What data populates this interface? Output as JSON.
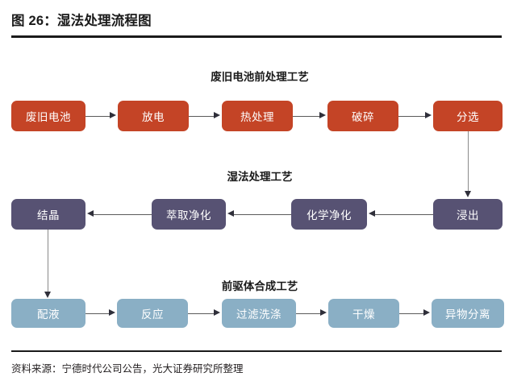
{
  "figure": {
    "title": "图 26：湿法处理流程图",
    "source": "资料来源：宁德时代公司公告，光大证券研究所整理"
  },
  "colors": {
    "orange": "#c44426",
    "purple": "#575273",
    "blue": "#8aafc5",
    "rule": "#1a1a1a",
    "connector": "#5a5a5a",
    "arrow": "#2f2f3a"
  },
  "sections": [
    {
      "header": "废旧电池前处理工艺",
      "color_key": "orange",
      "nodes": [
        {
          "label": "废旧电池"
        },
        {
          "label": "放电"
        },
        {
          "label": "热处理"
        },
        {
          "label": "破碎"
        },
        {
          "label": "分选"
        }
      ]
    },
    {
      "header": "湿法处理工艺",
      "color_key": "purple",
      "nodes": [
        {
          "label": "结晶"
        },
        {
          "label": "萃取净化"
        },
        {
          "label": "化学净化"
        },
        {
          "label": "浸出"
        }
      ]
    },
    {
      "header": "前驱体合成工艺",
      "color_key": "blue",
      "nodes": [
        {
          "label": "配液"
        },
        {
          "label": "反应"
        },
        {
          "label": "过滤洗涤"
        },
        {
          "label": "干燥"
        },
        {
          "label": "异物分离"
        }
      ]
    }
  ],
  "chart_data": {
    "type": "diagram",
    "title": "图 26：湿法处理流程图",
    "diagram_kind": "flowchart",
    "flow_direction_by_row": [
      "left-to-right",
      "right-to-left",
      "left-to-right"
    ],
    "stages": [
      {
        "stage": "废旧电池前处理工艺",
        "steps": [
          "废旧电池",
          "放电",
          "热处理",
          "破碎",
          "分选"
        ]
      },
      {
        "stage": "湿法处理工艺",
        "steps": [
          "浸出",
          "化学净化",
          "萃取净化",
          "结晶"
        ]
      },
      {
        "stage": "前驱体合成工艺",
        "steps": [
          "配液",
          "反应",
          "过滤洗涤",
          "干燥",
          "异物分离"
        ]
      }
    ],
    "transitions": [
      {
        "from": "废旧电池",
        "to": "放电"
      },
      {
        "from": "放电",
        "to": "热处理"
      },
      {
        "from": "热处理",
        "to": "破碎"
      },
      {
        "from": "破碎",
        "to": "分选"
      },
      {
        "from": "分选",
        "to": "浸出"
      },
      {
        "from": "浸出",
        "to": "化学净化"
      },
      {
        "from": "化学净化",
        "to": "萃取净化"
      },
      {
        "from": "萃取净化",
        "to": "结晶"
      },
      {
        "from": "结晶",
        "to": "配液"
      },
      {
        "from": "配液",
        "to": "反应"
      },
      {
        "from": "反应",
        "to": "过滤洗涤"
      },
      {
        "from": "过滤洗涤",
        "to": "干燥"
      },
      {
        "from": "干燥",
        "to": "异物分离"
      }
    ],
    "source": "资料来源：宁德时代公司公告，光大证券研究所整理"
  }
}
